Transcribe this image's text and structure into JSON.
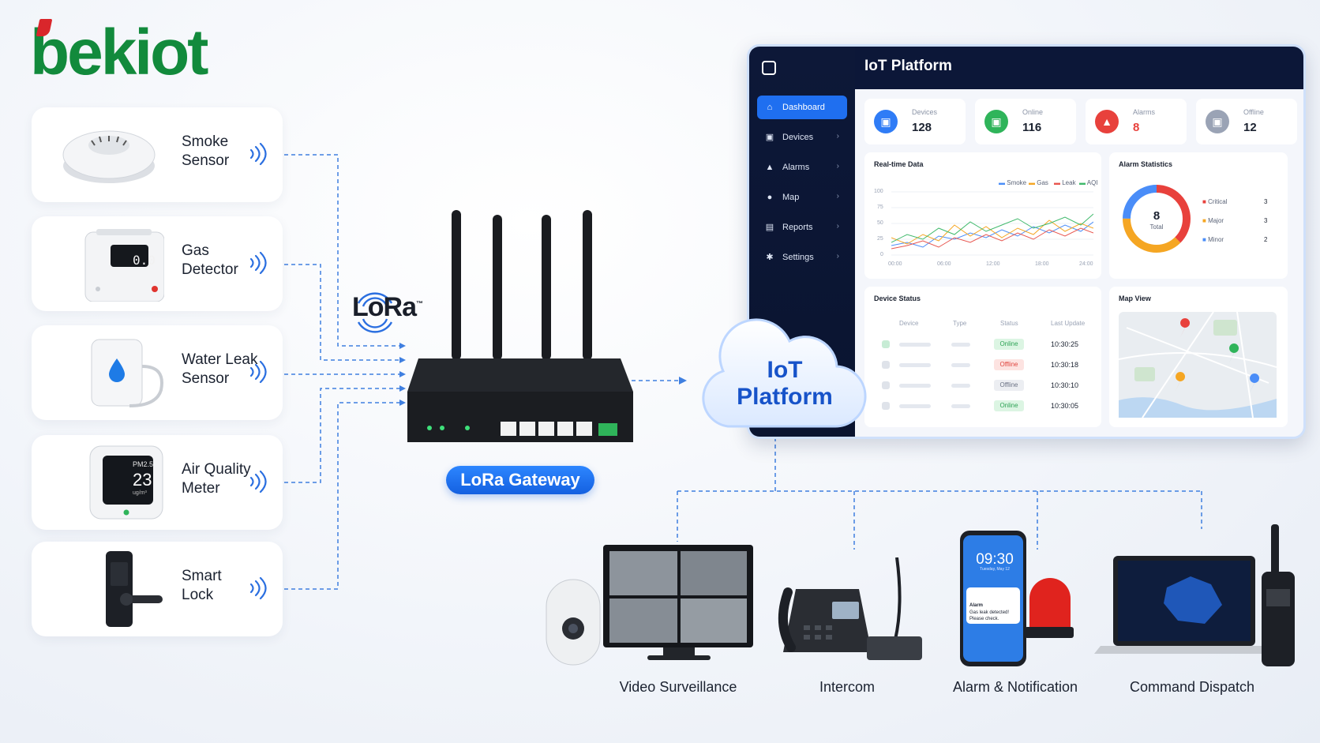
{
  "brand": {
    "logo_text": "bekiot"
  },
  "sensors": [
    {
      "label_line1": "Smoke",
      "label_line2": "Sensor",
      "icon": "smoke-sensor-icon"
    },
    {
      "label_line1": "Gas",
      "label_line2": "Detector",
      "icon": "gas-detector-icon",
      "display": "0.0"
    },
    {
      "label_line1": "Water Leak",
      "label_line2": "Sensor",
      "icon": "water-leak-sensor-icon"
    },
    {
      "label_line1": "Air Quality",
      "label_line2": "Meter",
      "icon": "air-quality-meter-icon",
      "display_label": "PM2.5",
      "display_value": "23",
      "display_unit": "ug/m³"
    },
    {
      "label_line1": "Smart",
      "label_line2": "Lock",
      "icon": "smart-lock-icon"
    }
  ],
  "lora": {
    "logo_text": "LoRa",
    "tm": "™"
  },
  "gateway": {
    "label": "LoRa Gateway"
  },
  "cloud": {
    "line1": "IoT",
    "line2": "Platform"
  },
  "dashboard": {
    "title": "IoT Platform",
    "nav": [
      {
        "label": "Dashboard",
        "icon": "home-icon",
        "active": true
      },
      {
        "label": "Devices",
        "icon": "devices-icon"
      },
      {
        "label": "Alarms",
        "icon": "bell-icon"
      },
      {
        "label": "Map",
        "icon": "map-pin-icon"
      },
      {
        "label": "Reports",
        "icon": "report-icon"
      },
      {
        "label": "Settings",
        "icon": "gear-icon"
      }
    ],
    "stats": [
      {
        "label": "Devices",
        "value": "128",
        "color": "#2f7cf6"
      },
      {
        "label": "Online",
        "value": "116",
        "color": "#2fb45a"
      },
      {
        "label": "Alarms",
        "value": "8",
        "color": "#e8413c"
      },
      {
        "label": "Offline",
        "value": "12",
        "color": "#9aa3b5"
      }
    ],
    "realtime": {
      "title": "Real-time Data",
      "legend": [
        "Smoke",
        "Gas",
        "Leak",
        "AQI"
      ],
      "legend_colors": [
        "#4a8df8",
        "#f5a623",
        "#e8554e",
        "#3fb96b"
      ],
      "y_ticks": [
        "100",
        "75",
        "50",
        "25",
        "0"
      ],
      "x_ticks": [
        "00:00",
        "06:00",
        "12:00",
        "18:00",
        "24:00"
      ]
    },
    "alarm_stats": {
      "title": "Alarm Statistics",
      "total_value": "8",
      "total_label": "Total",
      "items": [
        {
          "label": "Critical",
          "value": "3",
          "color": "#e8413c"
        },
        {
          "label": "Major",
          "value": "3",
          "color": "#f5a623"
        },
        {
          "label": "Minor",
          "value": "2",
          "color": "#4a8df8"
        }
      ]
    },
    "device_status": {
      "title": "Device Status",
      "headers": [
        "Device",
        "Type",
        "Status",
        "Last Update"
      ],
      "rows": [
        {
          "status": "Online",
          "time": "10:30:25"
        },
        {
          "status": "Offline",
          "time": "10:30:18"
        },
        {
          "status": "Offline",
          "time": "10:30:10"
        },
        {
          "status": "Online",
          "time": "10:30:05"
        }
      ]
    },
    "map": {
      "title": "Map View"
    }
  },
  "endpoints": [
    {
      "label": "Video Surveillance"
    },
    {
      "label": "Intercom"
    },
    {
      "label": "Alarm & Notification",
      "phone_time": "09:30",
      "phone_date": "Tuesday, May 12",
      "notif_title": "Alarm",
      "notif_body1": "Gas leak detected!",
      "notif_body2": "Please check."
    },
    {
      "label": "Command Dispatch"
    }
  ]
}
